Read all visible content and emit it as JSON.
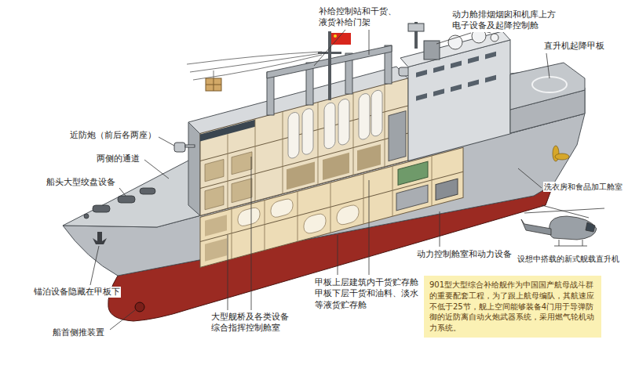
{
  "diagram": {
    "nodes": [
      {
        "text": [
          "901型大型综合补给舰作为中国国产航母战斗群的重要配套工程，为了跟上航母编队，其航速应不低于25节，舰上空间能够装备4门用于导弹防御的近防离自动火炮武器系统，采用燃气轮机动力系统。"
        ]
      }
    ],
    "labels": [
      "补给控制站和干货、液货补给门架",
      "动力舱排烟烟囱和机库上方电子设备及起降控制舱",
      "直升机起降甲板",
      "近防炮（前后各两座）",
      "两侧的通道",
      "船头大型绞盘设备",
      "洗衣房和食品加工舱室",
      "动力控制舱室和动力设备",
      "设想中搭载的新式舰载直升机",
      "锚泊设备隐藏在甲板下",
      "甲板上层建筑内干货贮存舱甲板下层干货和油料、淡水等液货贮存舱",
      "大型舰桥及各类设备综合指挥控制舱室",
      "船首侧推装置"
    ]
  }
}
